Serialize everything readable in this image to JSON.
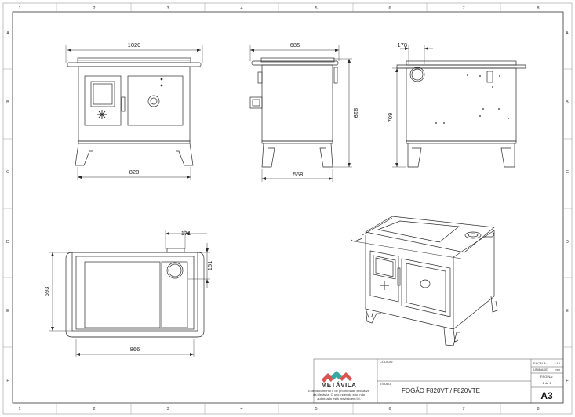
{
  "columns": [
    "1",
    "2",
    "3",
    "4",
    "5",
    "6",
    "7",
    "8"
  ],
  "rows": [
    "A",
    "B",
    "C",
    "D",
    "E",
    "F"
  ],
  "dimensions": {
    "front_width": "1020",
    "front_base": "828",
    "side_width": "685",
    "side_base": "558",
    "side_height": "819",
    "rear_offset": "178",
    "rear_height": "709",
    "top_offset": "171",
    "top_hole": "161",
    "top_depth": "593",
    "top_width": "866"
  },
  "title_block": {
    "brand": "METÁVILA",
    "disclaimer": [
      "Este documento é de propriedade exclusiva",
      "da Metávila. O uso indevido e/ou não",
      "autorizado está previsto em lei."
    ],
    "codigo_label": "CÓDIGO:",
    "titulo_label": "TÍTULO:",
    "title": "FOGÃO F820VT / F820VTE",
    "escala_label": "ESCALA:",
    "escala_value": "1:10",
    "unidade_label": "UNIDADE:",
    "unidade_value": "mm",
    "pagina_label": "PÁGINA:",
    "pagina_value": "1 de 1",
    "sheet_size": "A3"
  },
  "colors": {
    "line": "#2a2a2a",
    "logo_red": "#d9534f",
    "logo_teal": "#3aa8a0"
  }
}
